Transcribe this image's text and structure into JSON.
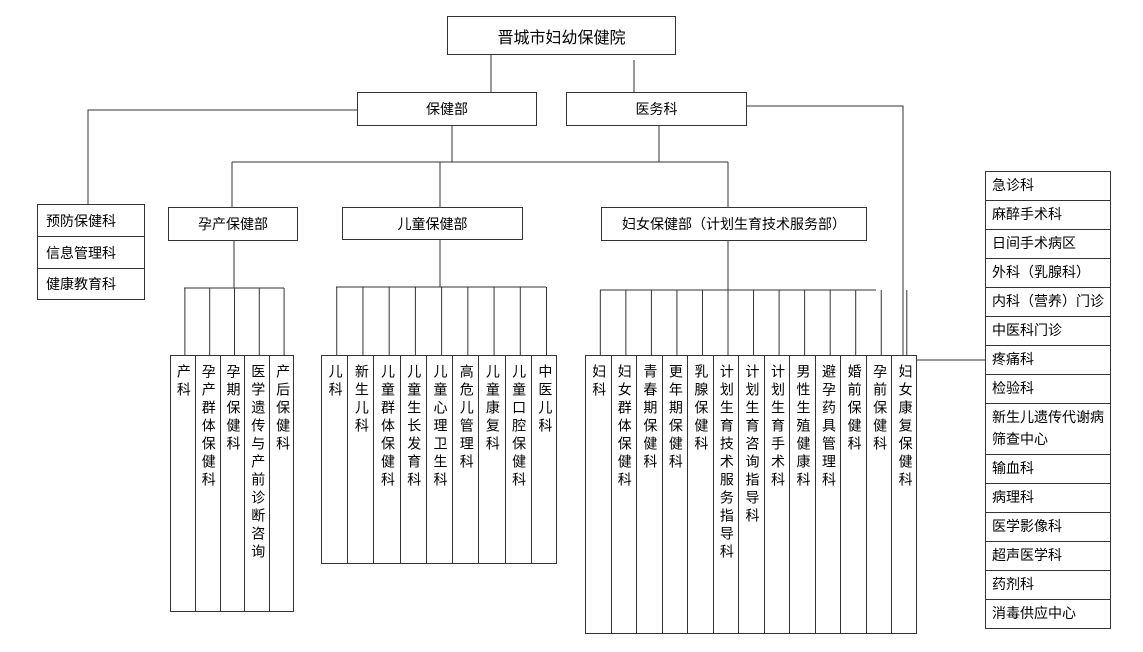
{
  "root": "晋城市妇幼保健院",
  "baojian": "保健部",
  "yiwu": "医务科",
  "left_stack": [
    "预防保健科",
    "信息管理科",
    "健康教育科"
  ],
  "yunchan": {
    "label": "孕产保健部",
    "columns": [
      "产科",
      "孕产群体保健科",
      "孕期保健科",
      "医学遗传与产前诊断咨询",
      "产后保健科"
    ]
  },
  "ertong": {
    "label": "儿童保健部",
    "columns": [
      "儿科",
      "新生儿科",
      "儿童群体保健科",
      "儿童生长发育科",
      "儿童心理卫生科",
      "高危儿管理科",
      "儿童康复科",
      "儿童口腔保健科",
      "中医儿科"
    ]
  },
  "funv": {
    "label": "妇女保健部（计划生育技术服务部）",
    "columns": [
      "妇科",
      "妇女群体保健科",
      "青春期保健科",
      "更年期保健科",
      "乳腺保健科",
      "计划生育技术服务指导科",
      "计划生育咨询指导科",
      "计划生育手术科",
      "男性生殖健康科",
      "避孕药具管理科",
      "婚前保健科",
      "孕前保健科",
      "妇女康复保健科"
    ]
  },
  "right_list": [
    "急诊科",
    "麻醉手术科",
    "日间手术病区",
    "外科（乳腺科）",
    "内科（营养）门诊",
    "中医科门诊",
    "疼痛科",
    "检验科",
    "新生儿遗传代谢病筛查中心",
    "输血科",
    "病理科",
    "医学影像科",
    "超声医学科",
    "药剂科",
    "消毒供应中心"
  ]
}
